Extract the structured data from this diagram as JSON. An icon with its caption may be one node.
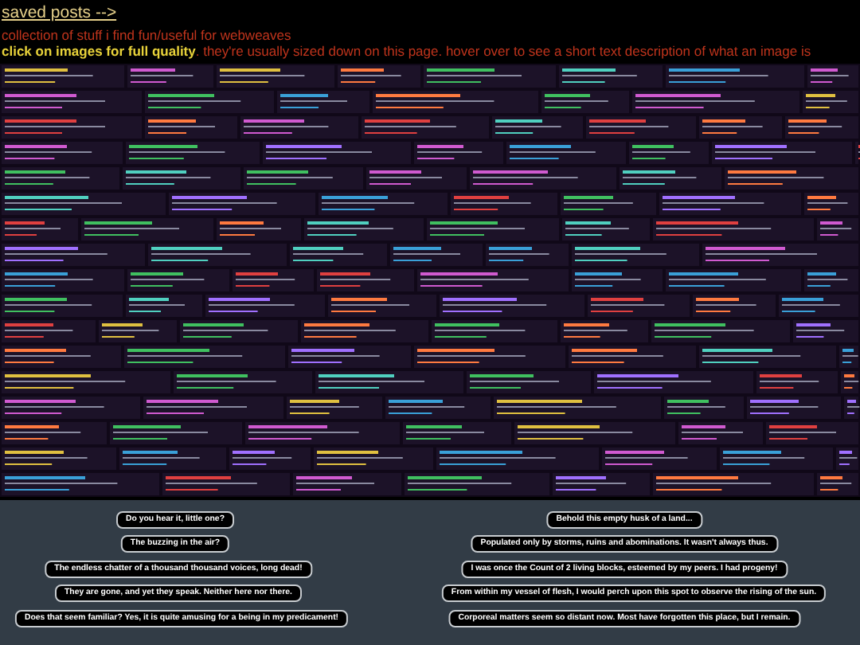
{
  "diagram": {
    "nodes": [
      {
        "text": [],
        "shape": "picture"
      },
      {
        "text": [
          "Do you hear it, little one?"
        ]
      },
      {
        "text": [
          "The buzzing in the air?"
        ]
      },
      {
        "text": [
          "The endless chatter of a thousand thousand voices, long dead!"
        ]
      },
      {
        "text": [
          "They are gone, and yet they speak. Neither here nor there."
        ]
      },
      {
        "text": [
          "Does that seem familiar? Yes, it is quite amusing for a being in my predicament!"
        ]
      },
      {
        "text": [
          "Behold this empty husk of a land..."
        ]
      },
      {
        "text": [
          "Populated only by storms, ruins and abominations. It wasn't always thus."
        ]
      },
      {
        "text": [
          "I was once the Count of 2 living blocks, esteemed by my peers. I had progeny!"
        ]
      },
      {
        "text": [
          "From within my vessel of flesh, I would perch upon this spot to observe the rising of the sun."
        ]
      },
      {
        "text": [
          "Corporeal matters seem so distant now. Most have forgotten this place, but I remain."
        ]
      }
    ],
    "labels": [
      "saved posts -->",
      "collection of stuff i find fun/useful for webweaves",
      "**click on images for full quality**. they're usually sized down on this page. hover over to see a short text description of what an image is"
    ]
  }
}
